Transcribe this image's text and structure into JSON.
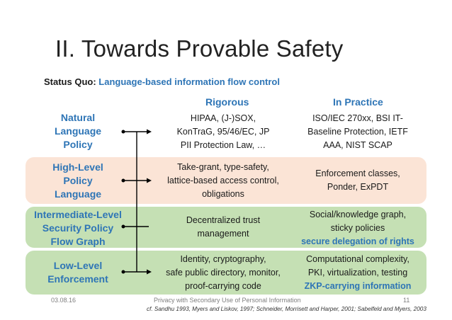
{
  "slide": {
    "title": "II. Towards Provable Safety",
    "status_label": "Status Quo:",
    "status_value": "Language-based information flow control",
    "columns": {
      "rigorous": "Rigorous",
      "practice": "In Practice"
    },
    "rows": [
      {
        "level": [
          "Natural",
          "Language",
          "Policy"
        ],
        "rigorous": [
          "HIPAA, (J-)SOX,",
          "KonTraG, 95/46/EC, JP",
          "PII Protection Law, …"
        ],
        "practice": [
          "ISO/IEC 270xx, BSI IT-",
          "Baseline Protection, IETF",
          "AAA, NIST SCAP"
        ],
        "practice_highlight": ""
      },
      {
        "level": [
          "High-Level",
          "Policy",
          "Language"
        ],
        "rigorous": [
          "Take-grant, type-safety,",
          "lattice-based access control,",
          "obligations"
        ],
        "practice": [
          "Enforcement classes,",
          "Ponder, ExPDT"
        ],
        "practice_highlight": ""
      },
      {
        "level": [
          "Intermediate-Level",
          "Security Policy",
          "Flow Graph"
        ],
        "rigorous": [
          "Decentralized trust",
          "management"
        ],
        "practice": [
          "Social/knowledge graph,",
          "sticky policies"
        ],
        "practice_highlight": "secure delegation of rights"
      },
      {
        "level": [
          "Low-Level",
          "Enforcement"
        ],
        "rigorous": [
          "Identity, cryptography,",
          "safe public directory, monitor,",
          "proof-carrying code"
        ],
        "practice": [
          "Computational complexity,",
          "PKI, virtualization, testing"
        ],
        "practice_highlight": "ZKP-carrying information"
      }
    ],
    "footer": {
      "date": "03.08.16",
      "center": "Privacy with Secondary Use of Personal Information",
      "page": "11",
      "citation": "cf. Sandhu 1993, Myers and Liskov, 1997; Schneider, Morrisett and Harper, 2001; Sabelfeld and Myers, 2003"
    }
  }
}
